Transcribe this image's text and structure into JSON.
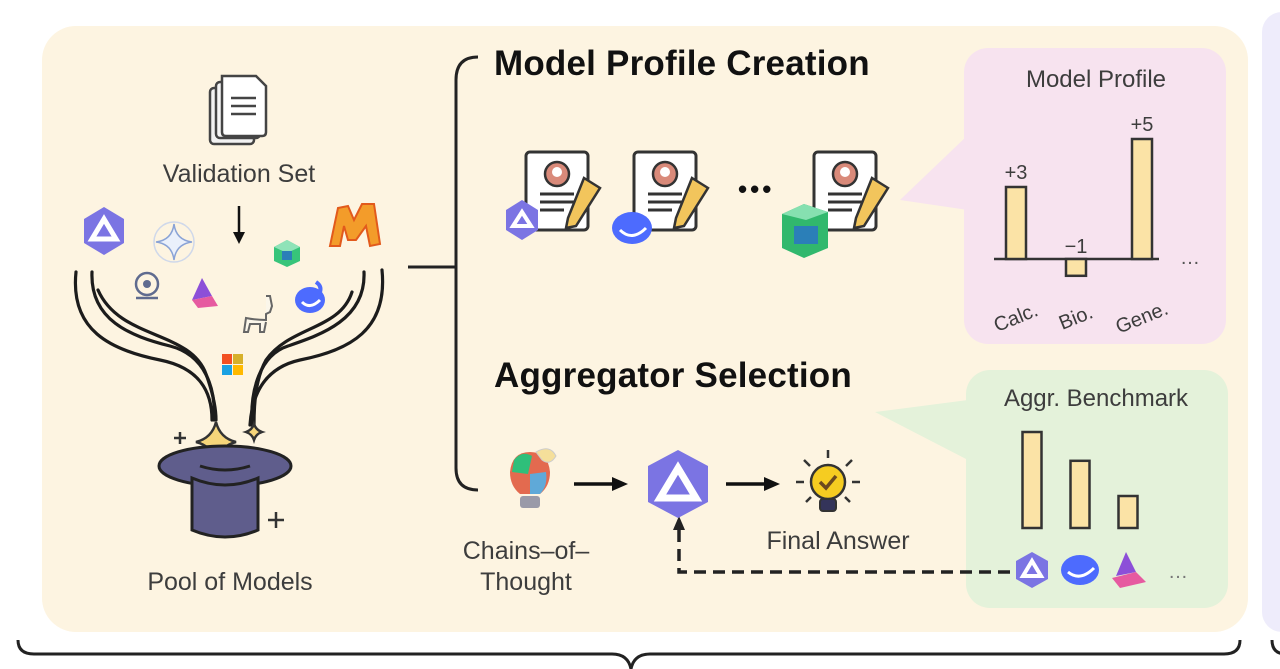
{
  "pool": {
    "document_label": "Validation Set",
    "pool_label": "Pool of Models"
  },
  "profile_creation": {
    "title": "Model Profile Creation",
    "ellipsis": "•••"
  },
  "aggregator_selection": {
    "title": "Aggregator Selection",
    "cot_label_line1": "Chains–of–",
    "cot_label_line2": "Thought",
    "final_answer_label": "Final Answer"
  },
  "chart_data": [
    {
      "type": "bar",
      "title": "Model Profile",
      "categories": [
        "Calc.",
        "Bio.",
        "Gene."
      ],
      "values": [
        3,
        -1,
        5
      ],
      "data_labels": [
        "+3",
        "−1",
        "+5"
      ],
      "trailing_ellipsis": "…",
      "xlabel": "",
      "ylabel": "",
      "ylim": [
        -1.5,
        6
      ],
      "grid": false,
      "colors": {
        "bar": "#fbe3a6",
        "edge": "#333333",
        "background": "#f7e3ef"
      }
    },
    {
      "type": "bar",
      "title": "Aggr. Benchmark",
      "categories": [
        "qwen-icon",
        "deepseek-icon",
        "mixtral-icon"
      ],
      "values": [
        3.0,
        2.1,
        1.0
      ],
      "trailing_ellipsis": "…",
      "xlabel": "",
      "ylabel": "",
      "ylim": [
        0,
        3.2
      ],
      "grid": false,
      "colors": {
        "bar": "#fbe3a6",
        "edge": "#333333",
        "background": "#e4f2da"
      }
    }
  ],
  "colors": {
    "main_background": "#fdf4e1",
    "profile_background": "#f7e3ef",
    "benchmark_background": "#e4f2da",
    "qwen_purple": "#6f6cdc",
    "deepseek_blue": "#4d6bfe",
    "hat": "#5c5a86",
    "star": "#f6d57a"
  }
}
